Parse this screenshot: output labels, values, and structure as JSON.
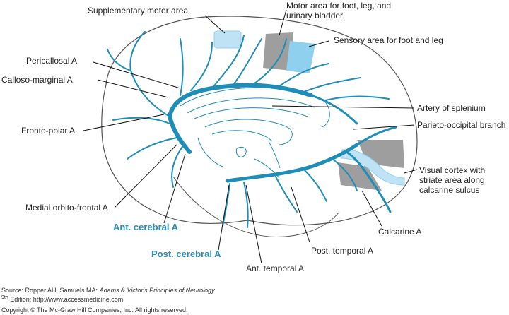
{
  "labels": {
    "supplementary_motor": "Supplementary motor area",
    "motor_foot": [
      "Motor area for foot, leg, and",
      "urinary bladder"
    ],
    "sensory_foot": "Sensory area for foot and leg",
    "pericallosal": "Pericallosal A",
    "calloso_marginal": "Calloso-marginal A",
    "fronto_polar": "Fronto-polar A",
    "medial_orbito": "Medial orbito-frontal A",
    "ant_cerebral": "Ant. cerebral A",
    "post_cerebral": "Post. cerebral A",
    "ant_temporal": "Ant. temporal A",
    "post_temporal": "Post. temporal A",
    "calcarine": "Calcarine A",
    "splenium": "Artery of splenium",
    "parieto_occipital": "Parieto-occipital branch",
    "visual_cortex": [
      "Visual cortex with",
      "striate area along",
      "calcarine sulcus"
    ]
  },
  "source": {
    "prefix": "Source: Ropper AH, Samuels MA: ",
    "title": "Adams & Victor's Principles of Neurology",
    "edition_sup": "9th",
    "edition_rest": " Edition: http://www.accessmedicine.com",
    "copyright": "Copyright © The Mc-Graw Hill Companies, Inc. All rights reserved."
  },
  "colors": {
    "artery": "#1e8db8",
    "light_blue": "#bfe3f5",
    "mid_blue": "#8fd0ee",
    "gray": "#9e9e9e",
    "outline": "#555555",
    "leader": "#111111",
    "accent_text": "#2a8fb6"
  }
}
